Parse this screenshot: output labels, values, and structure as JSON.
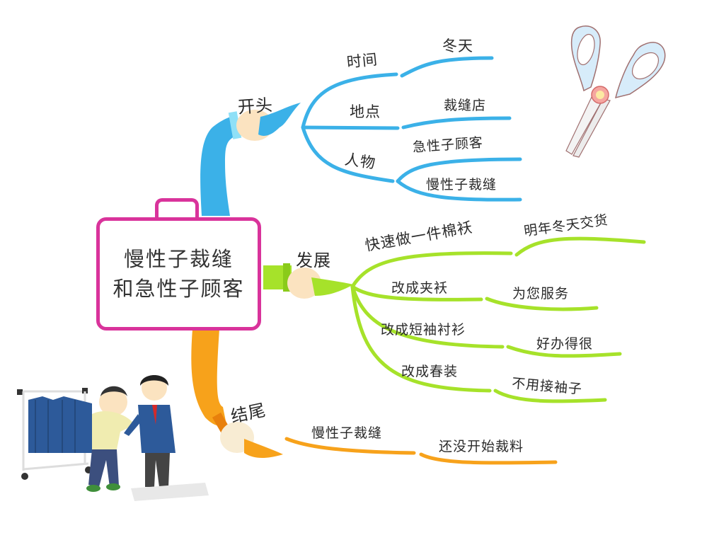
{
  "central_topic": {
    "line1": "慢性子裁缝",
    "line2": "和急性子顾客",
    "border_color": "#d9339b"
  },
  "branches": [
    {
      "label": "开头",
      "color": "#3bb1e8",
      "children": [
        {
          "label": "时间",
          "children": [
            {
              "label": "冬天"
            }
          ]
        },
        {
          "label": "地点",
          "children": [
            {
              "label": "裁缝店"
            }
          ]
        },
        {
          "label": "人物",
          "children": [
            {
              "label": "急性子顾客"
            },
            {
              "label": "慢性子裁缝"
            }
          ]
        }
      ]
    },
    {
      "label": "发展",
      "color": "#a6e22a",
      "children": [
        {
          "label": "快速做一件棉袄",
          "children": [
            {
              "label": "明年冬天交货"
            }
          ]
        },
        {
          "label": "改成夹袄",
          "children": [
            {
              "label": "为您服务"
            }
          ]
        },
        {
          "label": "改成短袖衬衫",
          "children": [
            {
              "label": "好办得很"
            }
          ]
        },
        {
          "label": "改成春装",
          "children": [
            {
              "label": "不用接袖子"
            }
          ]
        }
      ]
    },
    {
      "label": "结尾",
      "color": "#f7a21b",
      "children": [
        {
          "label": "慢性子裁缝",
          "children": [
            {
              "label": "还没开始裁料"
            }
          ]
        }
      ]
    }
  ],
  "illustrations": {
    "scissors": "scissors-icon",
    "tailor_scene": "tailor-measuring-customer",
    "clothes_rack": "clothes-rack"
  }
}
